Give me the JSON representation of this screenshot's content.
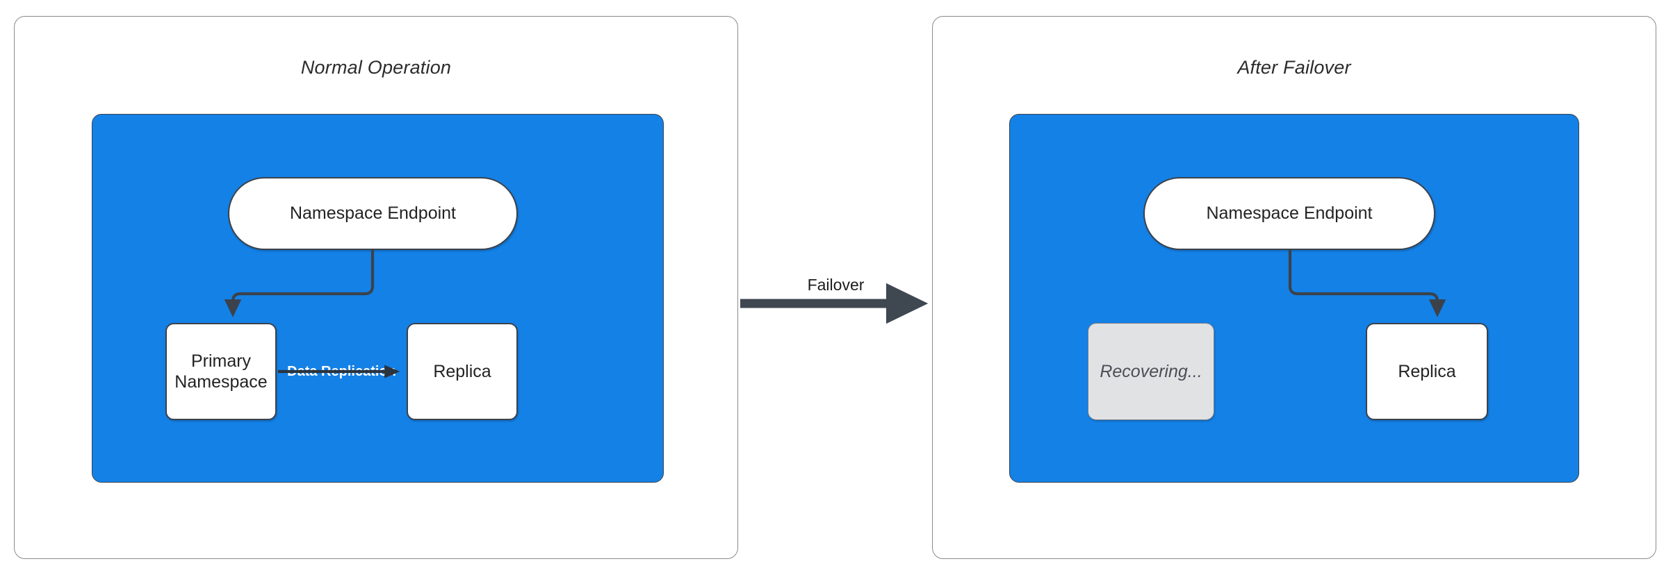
{
  "diagram": {
    "title_left": "Normal Operation",
    "title_right": "After Failover",
    "accent_blue": "#1481e6",
    "stroke_dark": "#3b424b",
    "muted_fill": "#e1e2e4"
  },
  "panels": [
    {
      "id": "normal-operation",
      "title": "Normal Operation",
      "nodes": [
        {
          "id": "endpoint",
          "label": "Namespace Endpoint",
          "shape": "pill",
          "state": "active"
        },
        {
          "id": "primary",
          "label": "Primary\nNamespace",
          "line1": "Primary",
          "line2": "Namespace",
          "shape": "rect",
          "state": "active"
        },
        {
          "id": "replica",
          "label": "Replica",
          "shape": "rect",
          "state": "active"
        }
      ],
      "edges": [
        {
          "from": "endpoint",
          "to": "primary",
          "label": ""
        },
        {
          "from": "primary",
          "to": "replica",
          "label": "Data Replication"
        }
      ]
    },
    {
      "id": "after-failover",
      "title": "After Failover",
      "nodes": [
        {
          "id": "endpoint2",
          "label": "Namespace Endpoint",
          "shape": "pill",
          "state": "active"
        },
        {
          "id": "recovering",
          "label": "Recovering...",
          "shape": "rect",
          "state": "recovering"
        },
        {
          "id": "replica2",
          "label": "Replica",
          "shape": "rect",
          "state": "active"
        }
      ],
      "edges": [
        {
          "from": "endpoint2",
          "to": "replica2",
          "label": ""
        }
      ]
    }
  ],
  "transition": {
    "label": "Failover",
    "direction": "left-to-right"
  }
}
